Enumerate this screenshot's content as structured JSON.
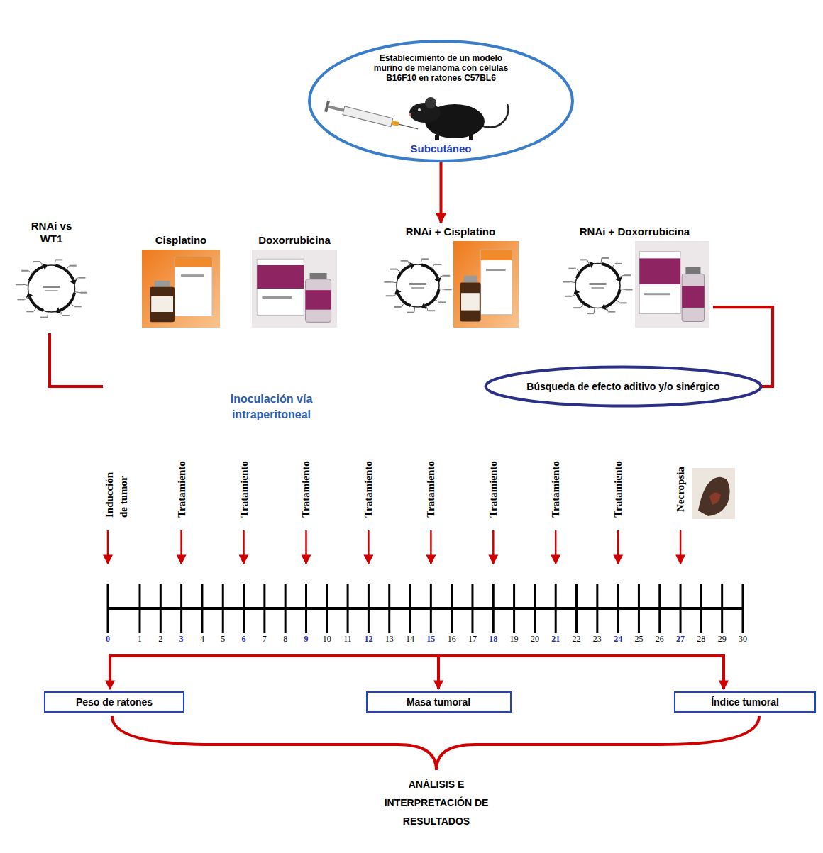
{
  "diagram": {
    "nodes": [
      {
        "text": [
          "Establecimiento de un modelo murino de melanoma con células B16F10 en ratones C57BL6",
          "Subcutáneo"
        ]
      },
      {
        "text": [
          "RNAi vs WT1"
        ]
      },
      {
        "text": [
          "Cisplatino"
        ]
      },
      {
        "text": [
          "Doxorrubicina"
        ]
      },
      {
        "text": [
          "RNAi + Cisplatino"
        ]
      },
      {
        "text": [
          "RNAi + Doxorrubicina"
        ]
      },
      {
        "text": [
          "Búsqueda de efecto aditivo y/o sinérgico"
        ]
      },
      {
        "text": [
          "Peso de ratones"
        ]
      },
      {
        "text": [
          "Masa tumoral"
        ]
      },
      {
        "text": [
          "Índice tumoral"
        ]
      }
    ],
    "edges": [
      {
        "from": 0,
        "to": 4,
        "arrow": "to"
      },
      {
        "from": 5,
        "to": 6,
        "arrow": "none"
      }
    ],
    "labels": [
      "Inoculación vía intraperitoneal",
      "Inducción de tumor",
      "Tratamiento",
      "Tratamiento",
      "Tratamiento",
      "Tratamiento",
      "Tratamiento",
      "Tratamiento",
      "Tratamiento",
      "Tratamiento",
      "Necropsia",
      "0",
      "1",
      "2",
      "3",
      "4",
      "5",
      "6",
      "7",
      "8",
      "9",
      "10",
      "11",
      "12",
      "13",
      "14",
      "15",
      "16",
      "17",
      "18",
      "19",
      "20",
      "21",
      "22",
      "23",
      "24",
      "25",
      "26",
      "27",
      "28",
      "29",
      "30",
      "ANÁLISIS E INTERPRETACIÓN DE RESULTADOS"
    ]
  }
}
